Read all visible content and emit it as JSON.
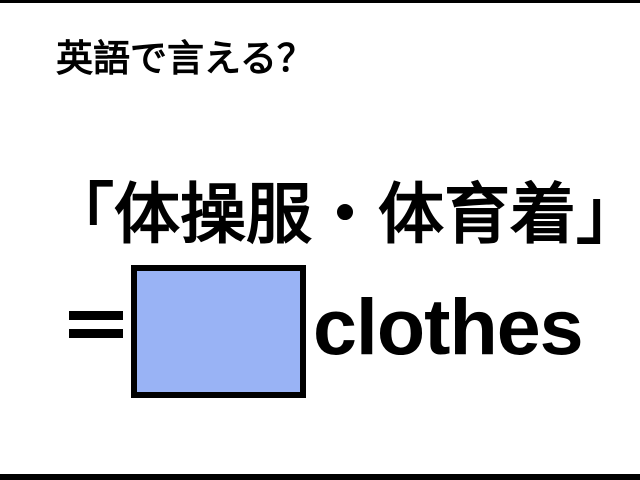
{
  "quiz": {
    "prompt": "英語で言える？",
    "term": "「体操服・体育着」",
    "equals_symbol": "=",
    "answer_blank_color": "#99b3f5",
    "answer_suffix": "clothes"
  }
}
